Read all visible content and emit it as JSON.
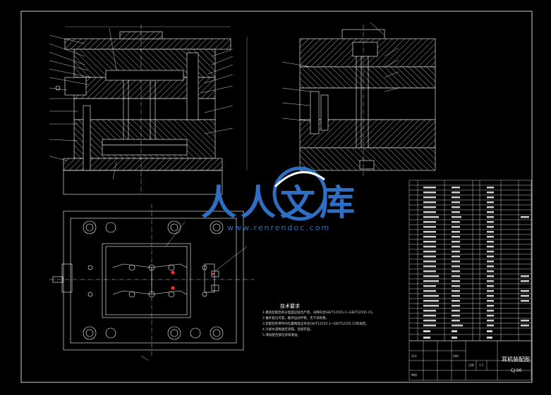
{
  "watermark": {
    "brand": "人人文库",
    "url": "www.renrendoc.com"
  },
  "technical_requirements": {
    "title": "技术要求",
    "items": [
      "1.模具装配后各分型面应贴合严密，间隙符合GB/T12555.1~GB/T12555.15。",
      "2.推杆复位可靠，推件运动平稳，无卡滞现象。",
      "3.装配后各零件的位置精度应符合GB/T12555.1~GB/T12555.15的规定。",
      "4.冷却水道畅通无渗漏，连接牢固。",
      "5.滑动配合部位涂润滑油。"
    ]
  },
  "title_block": {
    "drawing_title": "耳机装配图",
    "drawing_code": "CJ-00",
    "scale_label": "比例",
    "scale": "1:1",
    "material_label": "材料",
    "designer_label": "设计",
    "checker_label": "审核"
  },
  "colors": {
    "background": "#000000",
    "outline": "#ffffff",
    "hatch": "#8a8a8a",
    "leader": "#ffffff",
    "accent_red": "#ff3030",
    "watermark": "#2e6fc4"
  }
}
